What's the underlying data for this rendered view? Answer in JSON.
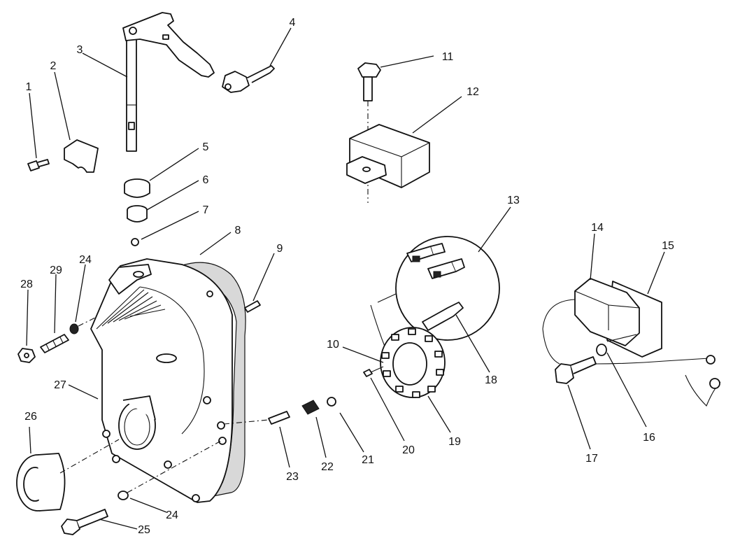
{
  "callouts": [
    {
      "id": "c1",
      "text": "1"
    },
    {
      "id": "c2",
      "text": "2"
    },
    {
      "id": "c3",
      "text": "3"
    },
    {
      "id": "c4",
      "text": "4"
    },
    {
      "id": "c5",
      "text": "5"
    },
    {
      "id": "c6",
      "text": "6"
    },
    {
      "id": "c7",
      "text": "7"
    },
    {
      "id": "c8",
      "text": "8"
    },
    {
      "id": "c9",
      "text": "9"
    },
    {
      "id": "c10",
      "text": "10"
    },
    {
      "id": "c11",
      "text": "11"
    },
    {
      "id": "c12",
      "text": "12"
    },
    {
      "id": "c13",
      "text": "13"
    },
    {
      "id": "c14",
      "text": "14"
    },
    {
      "id": "c15",
      "text": "15"
    },
    {
      "id": "c16",
      "text": "16"
    },
    {
      "id": "c17",
      "text": "17"
    },
    {
      "id": "c18",
      "text": "18"
    },
    {
      "id": "c19",
      "text": "19"
    },
    {
      "id": "c20",
      "text": "20"
    },
    {
      "id": "c21",
      "text": "21"
    },
    {
      "id": "c22",
      "text": "22"
    },
    {
      "id": "c23",
      "text": "23"
    },
    {
      "id": "c24a",
      "text": "24"
    },
    {
      "id": "c24b",
      "text": "24"
    },
    {
      "id": "c25",
      "text": "25"
    },
    {
      "id": "c26",
      "text": "26"
    },
    {
      "id": "c27",
      "text": "27"
    },
    {
      "id": "c28",
      "text": "28"
    },
    {
      "id": "c29",
      "text": "29"
    }
  ]
}
